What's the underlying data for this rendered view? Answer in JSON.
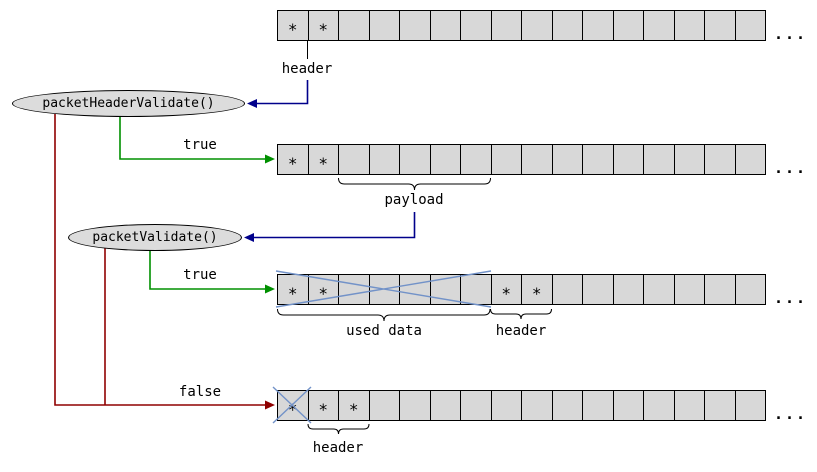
{
  "colors": {
    "cellFill": "#d8d8d8",
    "nodeFill": "#dcdcdc",
    "nodeBorder": "#000000",
    "green": "#009000",
    "navy": "#00008b",
    "red": "#8f0000",
    "cross": "#7292c8"
  },
  "nodes": [
    {
      "label": "packetHeaderValidate()"
    },
    {
      "label": "packetValidate()"
    }
  ],
  "edges": {
    "true_header": "true",
    "true_packet": "true",
    "false_shared": "false"
  },
  "annotations": {
    "header_top": "header",
    "payload": "payload",
    "used_data": "used data",
    "header_mid": "header",
    "header_bottom": "header"
  },
  "star": "*",
  "rows": [
    {
      "cells": 16,
      "star_cells": [
        0,
        1
      ],
      "ellipsis": "..."
    },
    {
      "cells": 16,
      "star_cells": [
        0,
        1
      ],
      "ellipsis": "..."
    },
    {
      "cells": 16,
      "star_cells": [
        0,
        1,
        7,
        8
      ],
      "ellipsis": "..."
    },
    {
      "cells": 16,
      "star_cells": [
        0,
        1,
        2
      ],
      "ellipsis": "..."
    }
  ]
}
